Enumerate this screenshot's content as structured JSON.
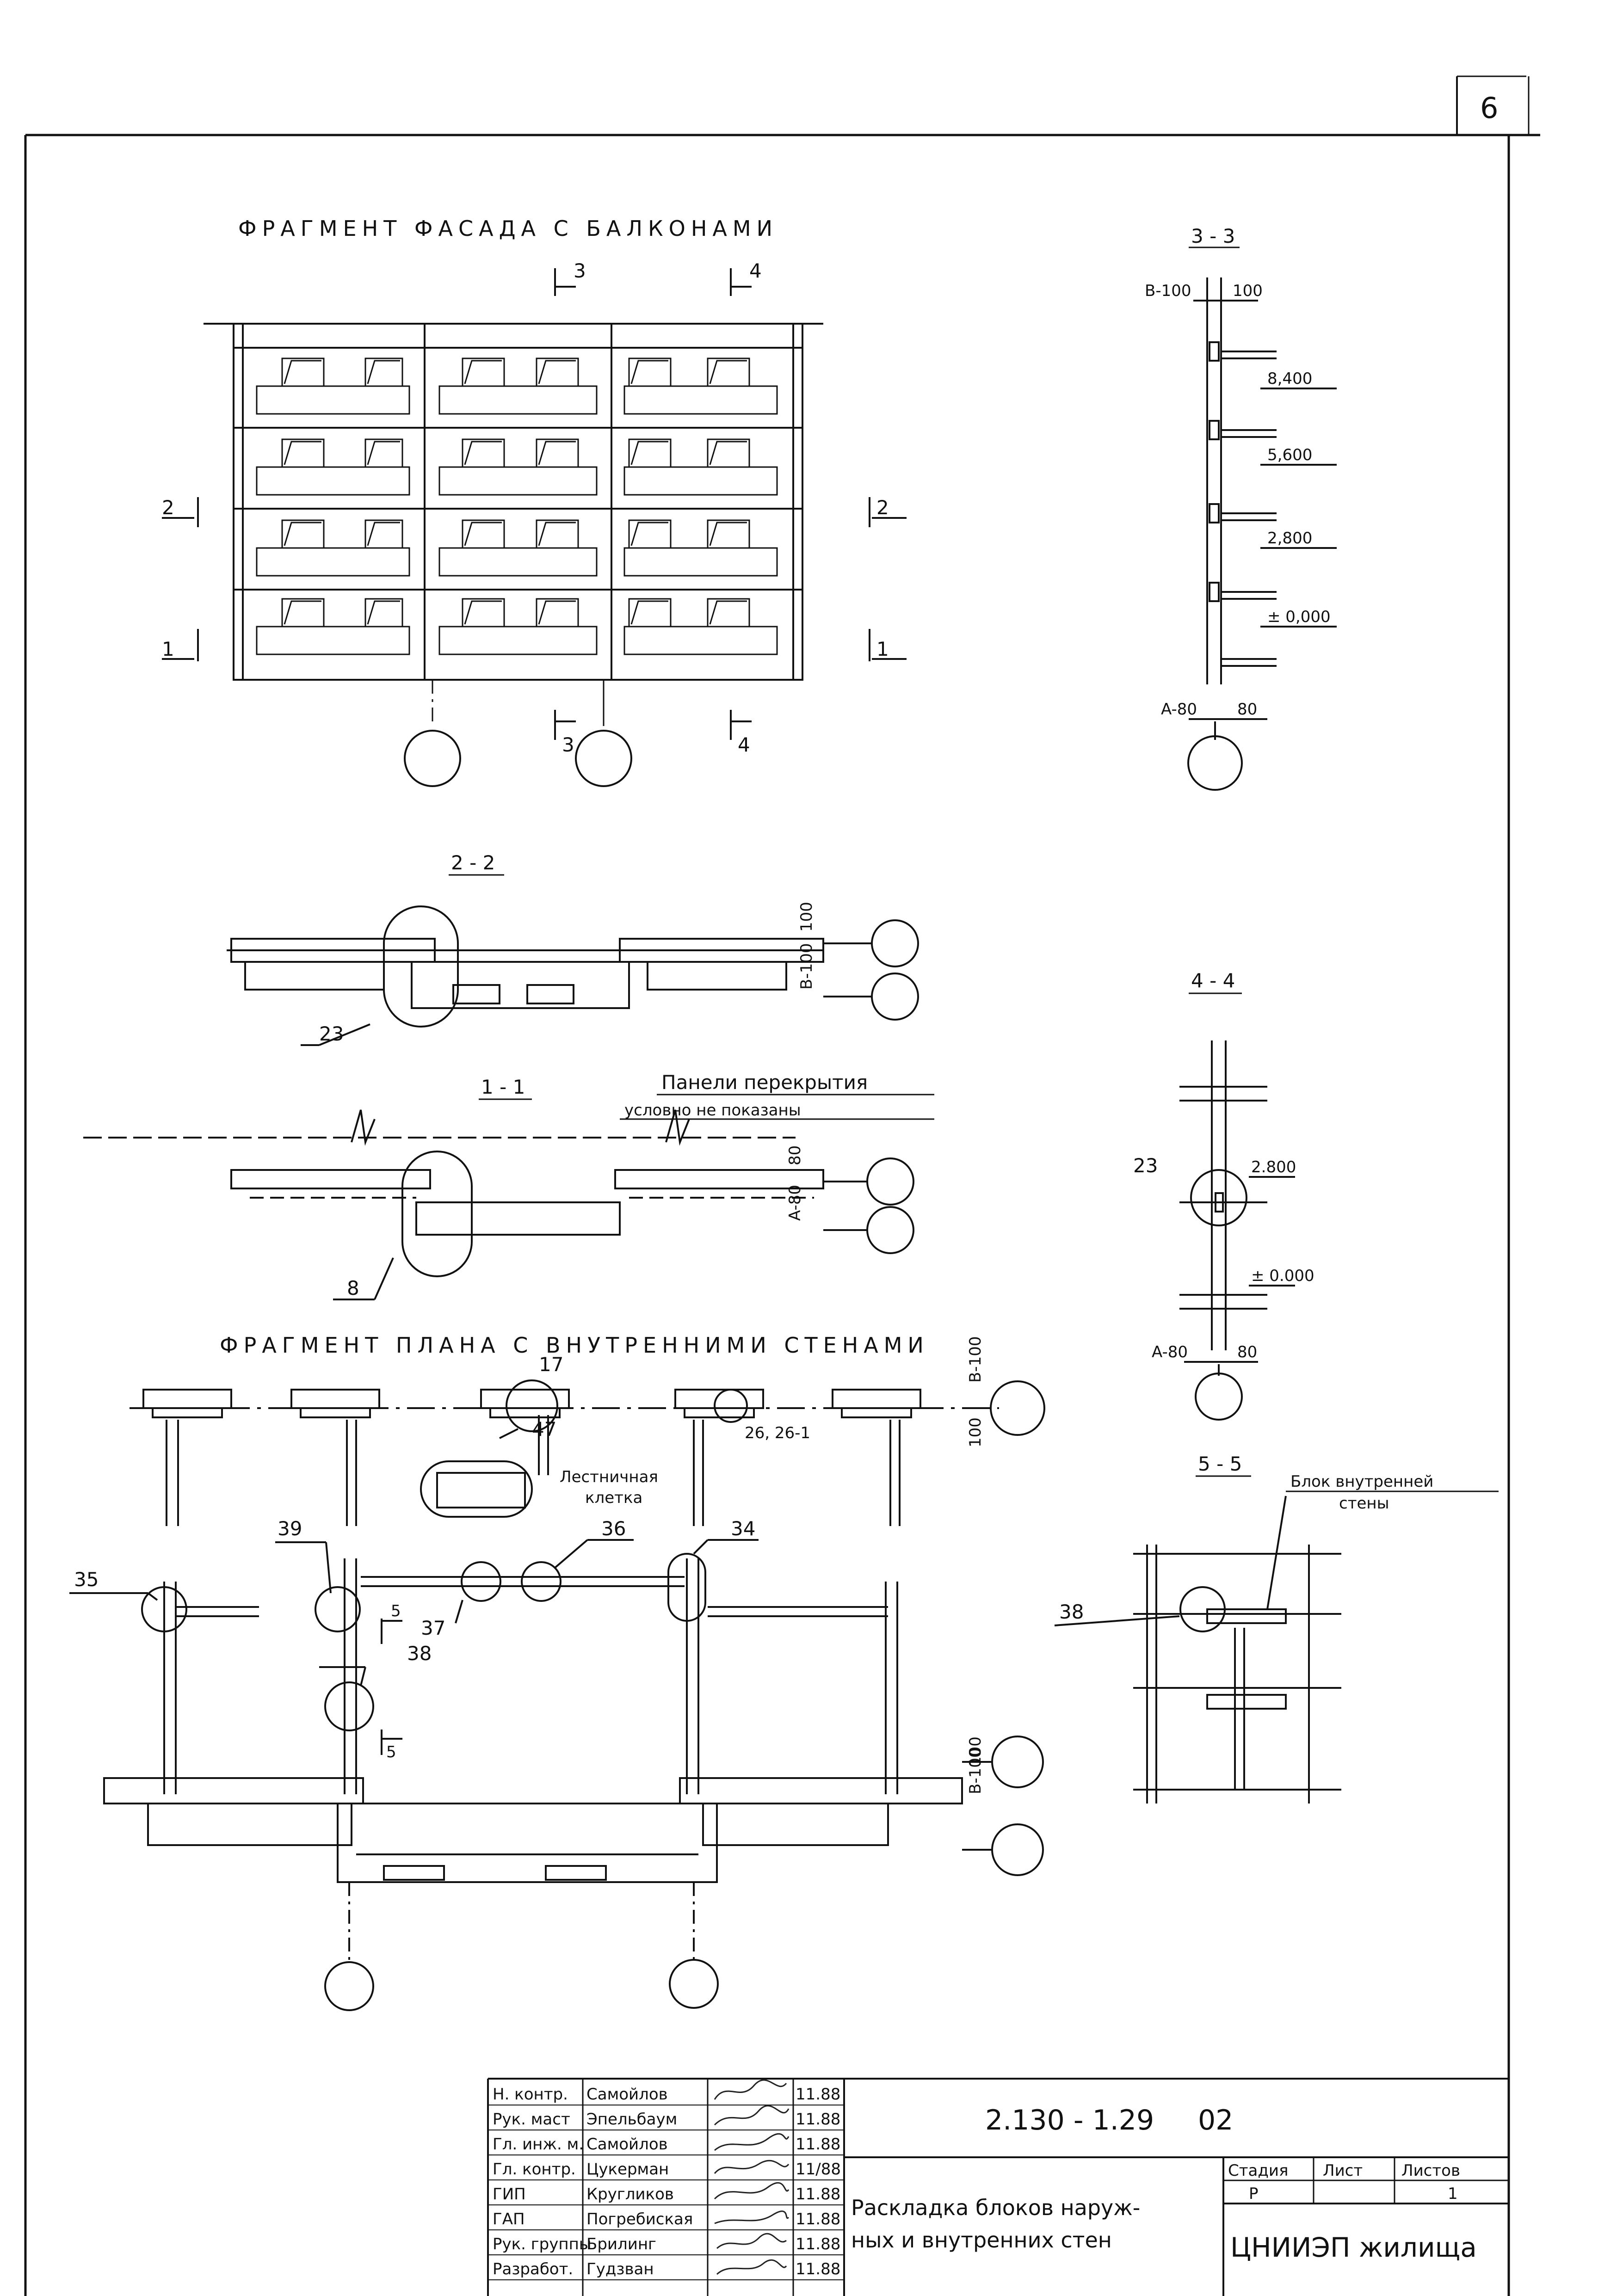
{
  "sheet_number": "6",
  "facade": {
    "title": "ФРАГМЕНТ ФАСАДА С БАЛКОНАМИ",
    "markers": [
      "3",
      "4",
      "2",
      "2",
      "1",
      "1",
      "3",
      "4"
    ]
  },
  "section_3_3": {
    "title": "3 - 3",
    "dim_top": "B-100",
    "dim_top2": "100",
    "levels": [
      "8,400",
      "5,600",
      "2,800",
      "± 0,000"
    ],
    "dim_bottom": "A-80",
    "dim_bottom2": "80"
  },
  "section_2_2": {
    "title": "2 - 2",
    "dims": [
      "100",
      "B-100"
    ],
    "node": "23"
  },
  "section_1_1": {
    "title": "1 - 1",
    "note_line1": "Панели перекрытия",
    "note_line2": "условно не показаны",
    "dims": [
      "80",
      "A-80"
    ],
    "node": "8"
  },
  "section_4_4": {
    "title": "4 - 4",
    "node": "23",
    "levels": [
      "2.800",
      "± 0.000"
    ],
    "dim_bottom": "A-80",
    "dim_bottom2": "80"
  },
  "plan": {
    "title": "ФРАГМЕНТ ПЛАНА С ВНУТРЕННИМИ СТЕНАМИ",
    "dims_top": [
      "B-100",
      "100"
    ],
    "dims_bottom": [
      "100",
      "B-100"
    ],
    "nodes": [
      "17",
      "47",
      "26, 26-1",
      "35",
      "39",
      "36",
      "34",
      "37",
      "38"
    ],
    "stair_line1": "Лестничная",
    "stair_line2": "клетка",
    "cut_markers": [
      "5",
      "5"
    ]
  },
  "section_5_5": {
    "title": "5 - 5",
    "note_line1": "Блок внутренней",
    "note_line2": "стены",
    "node": "38"
  },
  "title_block": {
    "rows": [
      {
        "role": "Н. контр.",
        "name": "Самойлов",
        "date": "11.88"
      },
      {
        "role": "Рук. маст",
        "name": "Эпельбаум",
        "date": "11.88"
      },
      {
        "role": "Гл. инж. м.",
        "name": "Самойлов",
        "date": "11.88"
      },
      {
        "role": "Гл. контр.",
        "name": "Цукерман",
        "date": "11/88"
      },
      {
        "role": "ГИП",
        "name": "Кругликов",
        "date": "11.88"
      },
      {
        "role": "ГАП",
        "name": "Погребиская",
        "date": "11.88"
      },
      {
        "role": "Рук. группы",
        "name": "Брилинг",
        "date": "11.88"
      },
      {
        "role": "Разработ.",
        "name": "Гудзван",
        "date": "11.88"
      }
    ],
    "code": "2.130 - 1.29",
    "issue": "02",
    "drawing_title_line1": "Раскладка блоков наруж-",
    "drawing_title_line2": "ных и внутренних стен",
    "stage_header": "Стадия",
    "sheet_header": "Лист",
    "sheets_header": "Листов",
    "stage": "Р",
    "sheet": "",
    "sheets": "1",
    "organization": "ЦНИИЭП жилища"
  }
}
